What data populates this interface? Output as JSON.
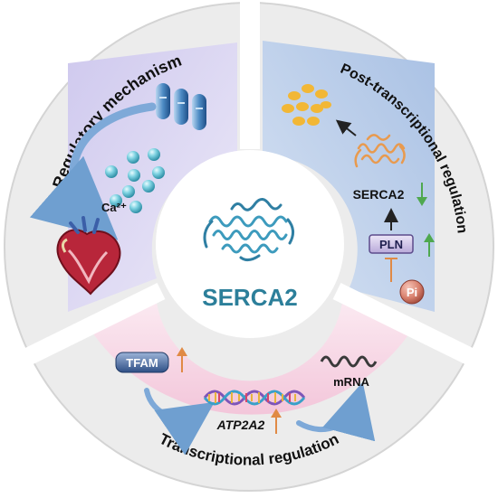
{
  "center": {
    "title": "SERCA2"
  },
  "sections": {
    "left": {
      "title": "Regulatory mechanism",
      "ion_label": "Ca²⁺"
    },
    "right": {
      "title": "Post-transcriptional regulation",
      "protein_label": "SERCA2",
      "pln_label": "PLN",
      "pi_label": "Pi"
    },
    "bottom": {
      "title": "Transcriptional regulation",
      "tfam_label": "TFAM",
      "gene_label": "ATP2A2",
      "mrna_label": "mRNA"
    }
  },
  "colors": {
    "left_panel": "#e0dcf3",
    "right_panel": "#c3d4eb",
    "bottom_panel": "#f7d8e6",
    "outer_ring": "#ededed",
    "title_blue": "#2c7f9a",
    "arrow_orange": "#e08a45",
    "arrow_green": "#4fa84f",
    "ion_teal": "#5ec3d4",
    "orange_dots": "#f2b736"
  }
}
